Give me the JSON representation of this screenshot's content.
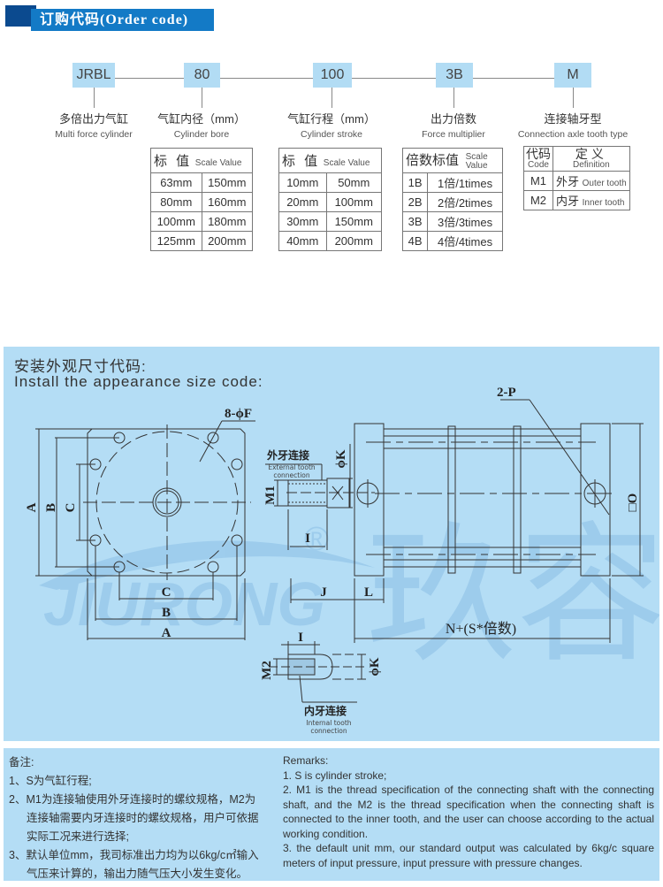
{
  "header": {
    "title": "订购代码(Order code)"
  },
  "order_code": {
    "segments": [
      {
        "code": "JRBL",
        "label_cn": "多倍出力气缸",
        "label_en": "Multi force cylinder"
      },
      {
        "code": "80",
        "label_cn": "气缸内径（mm）",
        "label_en": "Cylinder bore"
      },
      {
        "code": "100",
        "label_cn": "气缸行程（mm）",
        "label_en": "Cylinder stroke"
      },
      {
        "code": "3B",
        "label_cn": "出力倍数",
        "label_en": "Force multiplier"
      },
      {
        "code": "M",
        "label_cn": "连接轴牙型",
        "label_en": "Connection axle tooth type"
      }
    ]
  },
  "tables": {
    "bore": {
      "header_cn": "标 值",
      "header_en": "Scale Value",
      "rows": [
        [
          "63mm",
          "150mm"
        ],
        [
          "80mm",
          "160mm"
        ],
        [
          "100mm",
          "180mm"
        ],
        [
          "125mm",
          "200mm"
        ]
      ]
    },
    "stroke": {
      "header_cn": "标 值",
      "header_en": "Scale Value",
      "rows": [
        [
          "10mm",
          "50mm"
        ],
        [
          "20mm",
          "100mm"
        ],
        [
          "30mm",
          "150mm"
        ],
        [
          "40mm",
          "200mm"
        ]
      ]
    },
    "multiplier": {
      "header_cn": "倍数标值",
      "header_en_1": "Scale",
      "header_en_2": "Value",
      "rows": [
        [
          "1B",
          "1倍/1times"
        ],
        [
          "2B",
          "2倍/2times"
        ],
        [
          "3B",
          "3倍/3times"
        ],
        [
          "4B",
          "4倍/4times"
        ]
      ]
    },
    "tooth": {
      "col1_cn": "代码",
      "col1_en": "Code",
      "col2_cn": "定义",
      "col2_en": "Definition",
      "rows": [
        {
          "code": "M1",
          "cn": "外牙",
          "en": "Outer tooth"
        },
        {
          "code": "M2",
          "cn": "内牙",
          "en": "Inner tooth"
        }
      ]
    }
  },
  "drawing": {
    "title_cn": "安装外观尺寸代码:",
    "title_en": "Install the appearance size code:",
    "labels": {
      "holes": "8-ϕF",
      "ports": "2-P",
      "A": "A",
      "B": "B",
      "C": "C",
      "phiK": "ϕK",
      "M1": "M1",
      "M2": "M2",
      "I": "I",
      "J": "J",
      "L": "L",
      "O": "□O",
      "N": "N+(S*倍数)",
      "ext_cn": "外牙连接",
      "ext_en_1": "External tooth",
      "ext_en_2": "connection",
      "int_cn": "内牙连接",
      "int_en_1": "Internal tooth",
      "int_en_2": "connection"
    },
    "watermark": {
      "logo": "JIURONG",
      "cn": "玖容",
      "mark": "®"
    }
  },
  "notes": {
    "cn": {
      "title": "备注:",
      "items": [
        "1、S为气缸行程;",
        "2、M1为连接轴使用外牙连接时的螺纹规格，M2为",
        "连接轴需要内牙连接时的螺纹规格，用户可依据",
        "实际工况来进行选择;",
        "3、默认单位mm，我司标准出力均为以6kg/c㎡输入",
        "气压来计算的，输出力随气压大小发生变化。"
      ]
    },
    "en": {
      "title": "Remarks:",
      "item1": "1. S is cylinder stroke;",
      "item2": "2. M1 is the thread specification of the connecting shaft with the connecting shaft, and the M2 is the thread specification when the connecting shaft is connected to the inner tooth, and the user can choose according to the actual working condition.",
      "item3": "3. the default unit mm, our standard output was calculated by 6kg/c square meters of input pressure, input pressure with pressure changes."
    }
  },
  "colors": {
    "header_dark": "#0b4a8f",
    "header_blue": "#137ac6",
    "code_box": "#b2dcf4",
    "panel": "#b4ddf5",
    "watermark": "#8cbfe6"
  }
}
